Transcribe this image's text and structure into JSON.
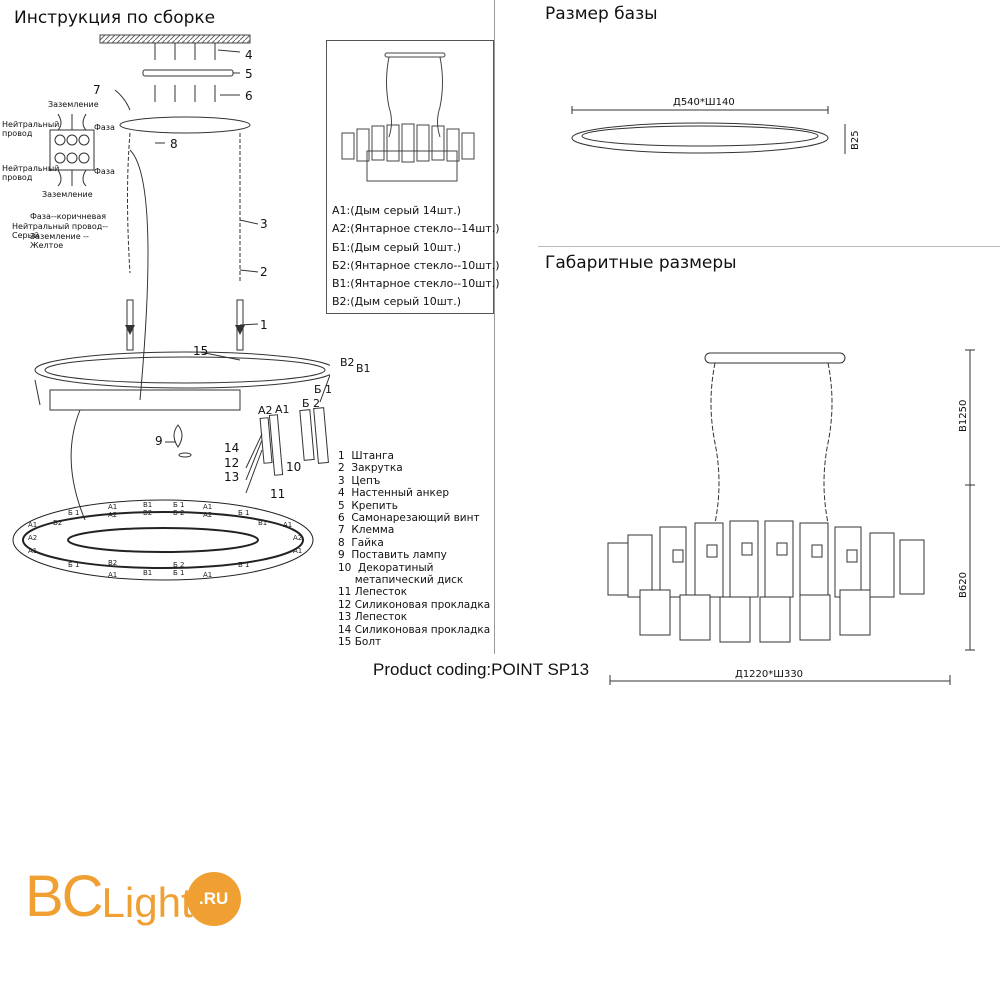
{
  "left_panel": {
    "title": "Инструкция по сборке",
    "wiring": {
      "ground_top": "Заземление",
      "neutral_1": "Нейтральный провод",
      "phase_1": "Фаза",
      "neutral_2": "Нейтральный провод",
      "phase_2": "Фаза",
      "ground_bottom": "Заземление",
      "note_1": "Фаза--коричневая",
      "note_2": "Нейтральный провод--Серый",
      "note_3": "Заземление --Желтое"
    },
    "callouts": [
      "4",
      "5",
      "6",
      "7",
      "8",
      "3",
      "2",
      "1",
      "15",
      "9",
      "14",
      "12",
      "13",
      "11",
      "10"
    ],
    "letters": [
      "B2",
      "B1",
      "Б 1",
      "Б 2",
      "A2",
      "A1"
    ],
    "box_list": [
      "A1:(Дым серый 14шт.)",
      "A2:(Янтарное стекло--14шт.)",
      "Б1:(Дым серый 10шт.)",
      "Б2:(Янтарное стекло--10шт.)",
      "B1:(Янтарное стекло--10шт.)",
      "B2:(Дым серый 10шт.)"
    ],
    "parts": [
      "1  Штанга",
      "2  Закрутка",
      "3  Цепъ",
      "4  Настенный анкер",
      "5  Крепить",
      "6  Самонарезающий винт",
      "7  Клемма",
      "8  Гайка",
      "9  Поставить лампу",
      "10  Декоратиный",
      "     метапический диск",
      "11 Лепесток",
      "12 Силиконовая прокладка",
      "13 Лепесток",
      "14 Силиконовая прокладка",
      "15 Болт"
    ]
  },
  "right_panel": {
    "base_title": "Размер базы",
    "base_dim_width": "Д540*Ш140",
    "base_dim_height": "B25",
    "overall_title": "Габаритные размеры",
    "overall_height_total": "B1250",
    "overall_height_body": "B620",
    "overall_width": "Д1220*Ш330"
  },
  "product_coding": "Product coding:POINT SP13",
  "logo": {
    "text_bc": "BC",
    "text_light": "Light",
    "text_ru": ".RU",
    "color": "#f0a033"
  }
}
